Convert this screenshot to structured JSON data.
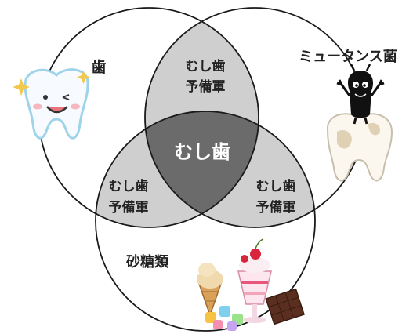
{
  "diagram": {
    "sets": {
      "tooth": "歯",
      "bacteria": "ミュータンス菌",
      "sugar": "砂糖類"
    },
    "regions": {
      "center": "むし歯",
      "pair_top": [
        "むし歯",
        "予備軍"
      ],
      "pair_left": [
        "むし歯",
        "予備軍"
      ],
      "pair_right": [
        "むし歯",
        "予備軍"
      ]
    },
    "colors": {
      "pair_fill": "#cfcfcf",
      "center_fill": "#6b6b6b",
      "outline": "#1a1a1a"
    },
    "illustrations": [
      "smiling-tooth",
      "germ-on-decayed-tooth",
      "sweets-parfait-icecream-chocolate-candies"
    ]
  }
}
